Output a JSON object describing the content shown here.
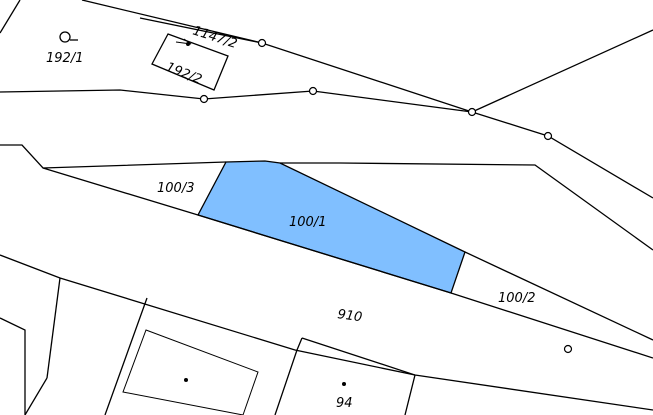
{
  "map": {
    "highlight_color": "#80bfff",
    "parcels": [
      {
        "id": "p1147_2",
        "label": "1147/2"
      },
      {
        "id": "p192_1",
        "label": "192/1"
      },
      {
        "id": "p192_2",
        "label": "192/2"
      },
      {
        "id": "p100_3",
        "label": "100/3"
      },
      {
        "id": "p100_1",
        "label": "100/1",
        "selected": true
      },
      {
        "id": "p100_2",
        "label": "100/2"
      },
      {
        "id": "p910",
        "label": "910"
      },
      {
        "id": "p94",
        "label": "94"
      }
    ],
    "icons": {
      "well_symbol": "lollipop-icon",
      "point_marker": "circle-icon"
    }
  }
}
